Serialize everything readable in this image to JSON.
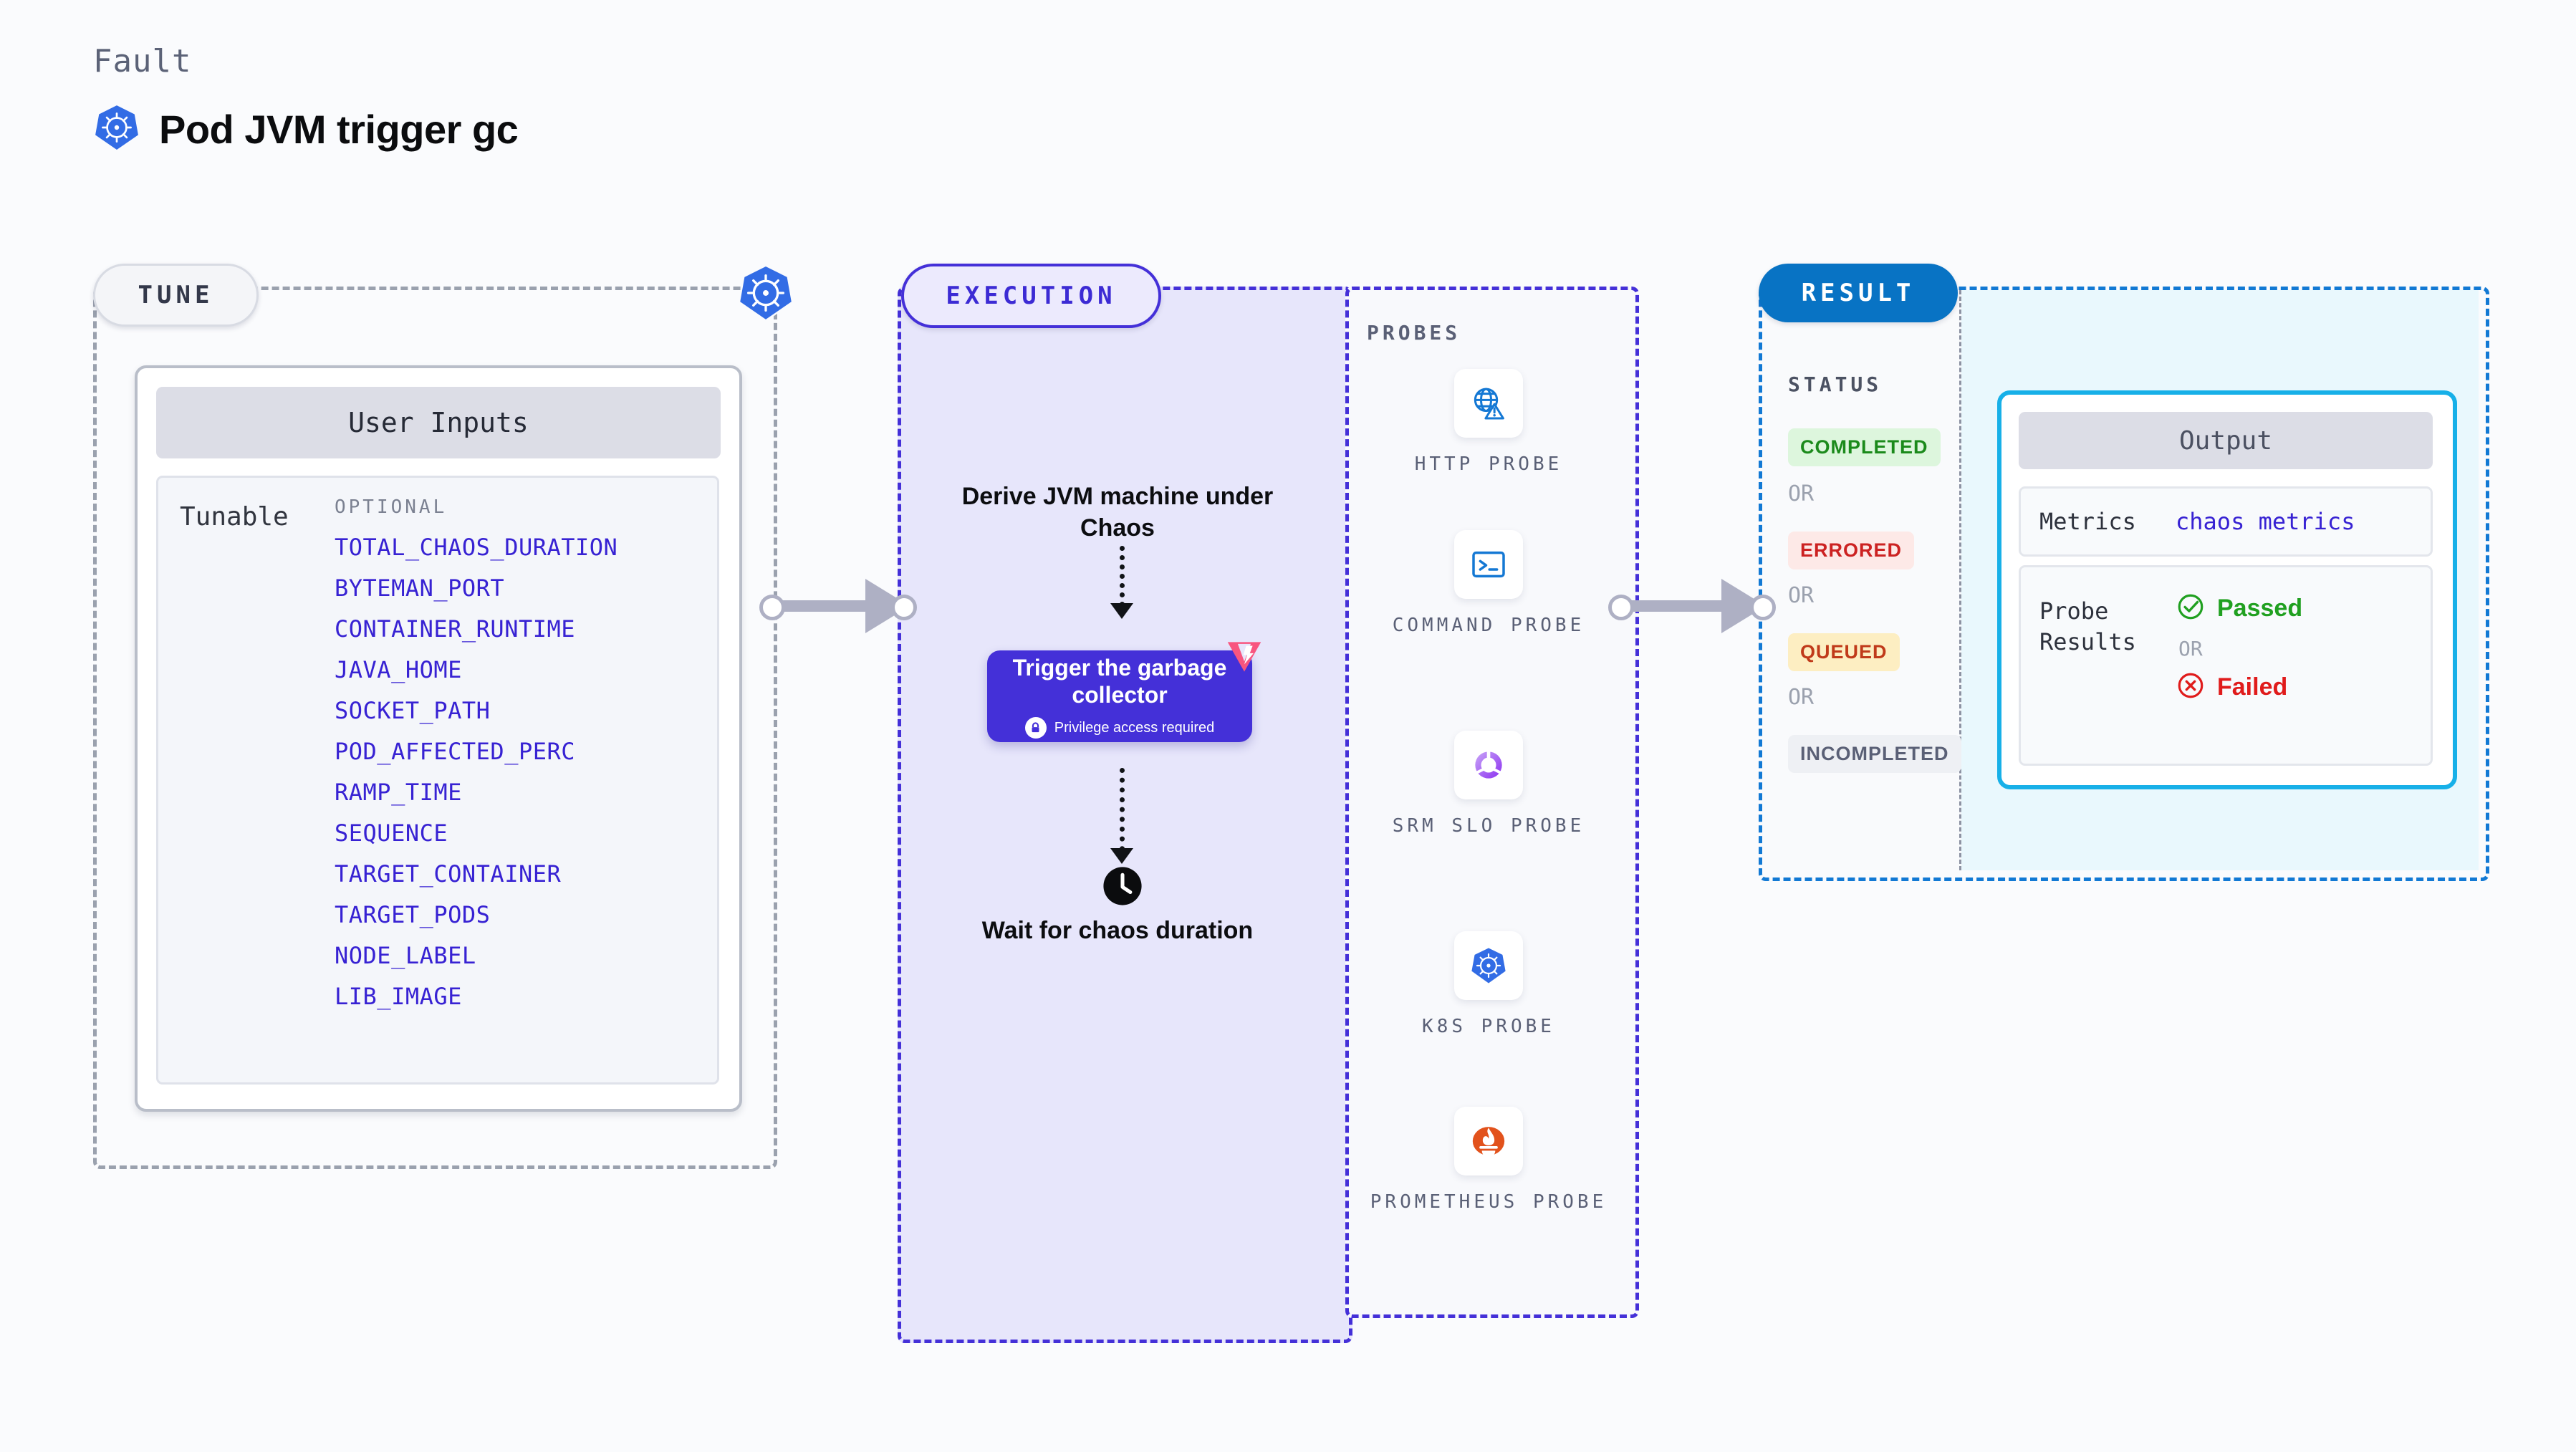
{
  "header": {
    "kicker": "Fault",
    "title": "Pod JVM trigger gc",
    "icon": "kubernetes-icon"
  },
  "colors": {
    "accent_purple": "#4430d8",
    "accent_blue": "#0873c4",
    "accent_cyan": "#17b0e8",
    "tunable_link": "#3722d3",
    "status_completed": "#1b8a1b",
    "status_errored": "#cc2222",
    "status_queued": "#c03a1a",
    "status_incompleted": "#5a6076",
    "passed_green": "#20a020",
    "failed_red": "#e01b1b",
    "litmus_pink": "#f8557f"
  },
  "tune": {
    "pill_label": "TUNE",
    "edge_icon": "kubernetes-icon",
    "card_header": "User Inputs",
    "tunable_label": "Tunable",
    "optional_label": "OPTIONAL",
    "tunables": [
      "TOTAL_CHAOS_DURATION",
      "BYTEMAN_PORT",
      "CONTAINER_RUNTIME",
      "JAVA_HOME",
      "SOCKET_PATH",
      "POD_AFFECTED_PERC",
      "RAMP_TIME",
      "SEQUENCE",
      "TARGET_CONTAINER",
      "TARGET_PODS",
      "NODE_LABEL",
      "LIB_IMAGE"
    ]
  },
  "execution": {
    "pill_label": "EXECUTION",
    "step_derive": "Derive JVM machine under Chaos",
    "card_title": "Trigger the garbage collector",
    "card_badge": "Privilege access required",
    "card_badge_icon": "lock-icon",
    "card_corner_icon": "litmus-chaos-icon",
    "step_wait": "Wait for chaos duration",
    "step_wait_icon": "clock-icon"
  },
  "probes": {
    "section_label": "PROBES",
    "items": [
      {
        "label": "HTTP PROBE",
        "icon": "globe-warning-icon"
      },
      {
        "label": "COMMAND PROBE",
        "icon": "terminal-icon"
      },
      {
        "label": "SRM SLO PROBE",
        "icon": "srm-slo-icon"
      },
      {
        "label": "K8S PROBE",
        "icon": "kubernetes-icon"
      },
      {
        "label": "PROMETHEUS PROBE",
        "icon": "prometheus-icon"
      }
    ]
  },
  "result": {
    "pill_label": "RESULT",
    "status_label": "STATUS",
    "or_label": "OR",
    "statuses": [
      {
        "label": "COMPLETED",
        "color": "#1b8a1b",
        "bg": "#ddf6dd"
      },
      {
        "label": "ERRORED",
        "color": "#cc2222",
        "bg": "#fde9e7"
      },
      {
        "label": "QUEUED",
        "color": "#c03a1a",
        "bg": "#fdeec2"
      },
      {
        "label": "INCOMPLETED",
        "color": "#5a6076",
        "bg": "#eef0f4"
      }
    ],
    "output": {
      "header": "Output",
      "metrics_key": "Metrics",
      "metrics_value": "chaos metrics",
      "probe_results_key": "Probe Results",
      "passed_label": "Passed",
      "passed_icon": "check-circle-icon",
      "or_label": "OR",
      "failed_label": "Failed",
      "failed_icon": "x-circle-icon"
    }
  }
}
